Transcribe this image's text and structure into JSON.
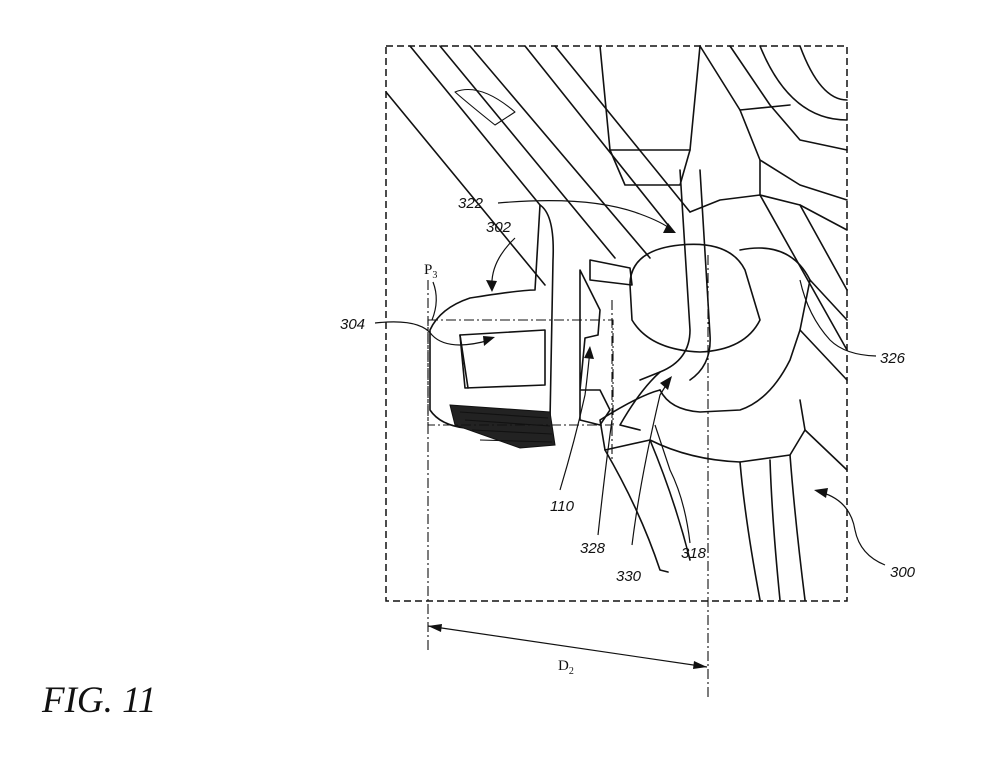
{
  "figure_label": "FIG. 11",
  "callouts": {
    "c300": "300",
    "c302": "302",
    "c304": "304",
    "c110": "110",
    "c318": "318",
    "c322": "322",
    "c326": "326",
    "c328": "328",
    "c330": "330"
  },
  "dimension": {
    "symbol": "D",
    "subscript": "2"
  },
  "plane": {
    "symbol": "P",
    "subscript": "3"
  }
}
